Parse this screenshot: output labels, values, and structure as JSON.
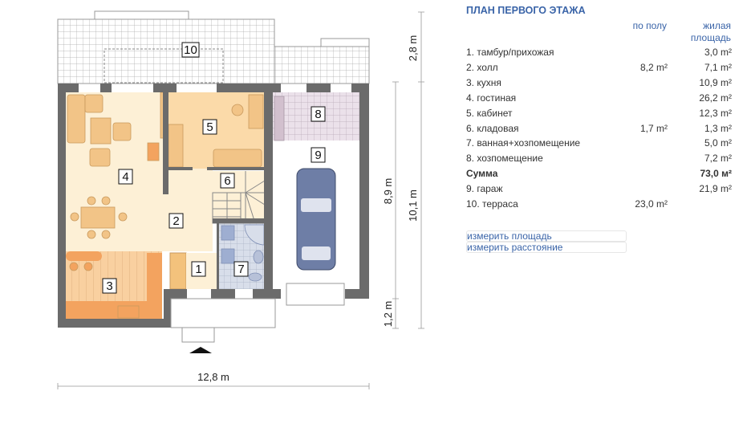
{
  "plan": {
    "room_labels": [
      "1",
      "2",
      "3",
      "4",
      "5",
      "6",
      "7",
      "8",
      "9",
      "10"
    ],
    "dimensions": {
      "terrace_depth": "2,8 m",
      "interior_depth": "8,9 m",
      "total_depth": "10,1 m",
      "porch_depth": "1,2 m",
      "width": "12,8 m"
    },
    "colors": {
      "wall": "#6b6b6b",
      "living": "#fdf0d6",
      "office": "#fbdaa9",
      "kitchen": "#f9d0a0",
      "counter": "#f3a35f",
      "bath": "#c9d3e4",
      "utility": "#e6dce6",
      "car": "#6e7ea6"
    }
  },
  "panel": {
    "title": "ПЛАН ПЕРВОГО ЭТАЖА",
    "col_floor": "по полу",
    "col_living_1": "жилая",
    "col_living_2": "площадь",
    "rows": [
      {
        "name": "1. тамбур/прихожая",
        "floor": "",
        "living": "3,0 m²"
      },
      {
        "name": "2. холл",
        "floor": "8,2 m²",
        "living": "7,1 m²"
      },
      {
        "name": "3. кухня",
        "floor": "",
        "living": "10,9 m²"
      },
      {
        "name": "4. гостиная",
        "floor": "",
        "living": "26,2 m²"
      },
      {
        "name": "5. кабинет",
        "floor": "",
        "living": "12,3 m²"
      },
      {
        "name": "6. кладовая",
        "floor": "1,7 m²",
        "living": "1,3 m²"
      },
      {
        "name": "7. ванная+хозпомещение",
        "floor": "",
        "living": "5,0 m²"
      },
      {
        "name": "8. хозпомещение",
        "floor": "",
        "living": "7,2 m²"
      },
      {
        "name": "Сумма",
        "floor": "",
        "living": "73,0 м²"
      },
      {
        "name": "9. гараж",
        "floor": "",
        "living": "21,9 m²"
      },
      {
        "name": "10. терраса",
        "floor": "23,0 m²",
        "living": ""
      }
    ],
    "links": [
      "измерить площадь",
      "измерить расстояние"
    ]
  }
}
